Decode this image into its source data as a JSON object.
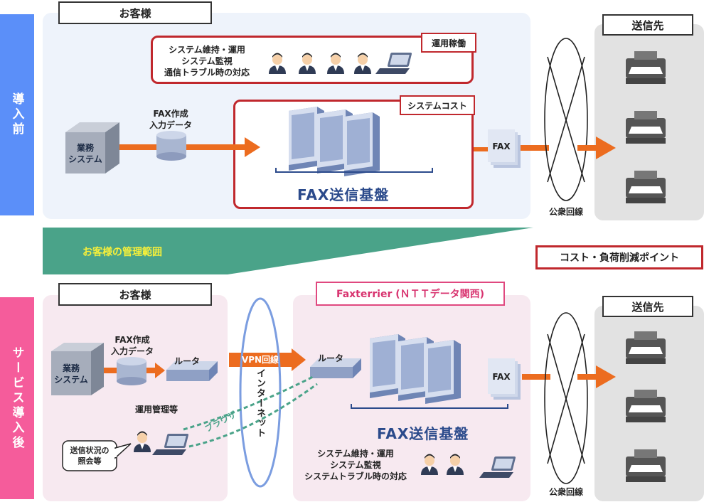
{
  "before": {
    "side_label": "導入前",
    "customer_label": "お客様",
    "ops_text": [
      "システム維持・運用",
      "システム監視",
      "通信トラブル時の対応"
    ],
    "ops_tag": "運用稼働",
    "system_tag": "システムコスト",
    "platform_label": "FAX送信基盤",
    "business_system": [
      "業務",
      "システム"
    ],
    "fax_data": [
      "FAX作成",
      "入力データ"
    ],
    "fax_doc": "FAX",
    "public_line": "公衆回線",
    "destination": "送信先"
  },
  "middle": {
    "customer_scope": "お客様の管理範囲",
    "cost_point": "コスト・負荷削減ポイント"
  },
  "after": {
    "side_label": "サービス導入後",
    "customer_label": "お客様",
    "provider_label": "Faxterrier (ＮＴＴデータ関西)",
    "business_system": [
      "業務",
      "システム"
    ],
    "fax_data": [
      "FAX作成",
      "入力データ"
    ],
    "router_left": "ルータ",
    "router_right": "ルータ",
    "vpn": "VPN回線",
    "internet": "インターネット",
    "browser": "ブラウザ",
    "ops_mgmt": "運用管理等",
    "inquiry": [
      "送信状況の",
      "照会等"
    ],
    "platform_label": "FAX送信基盤",
    "ops_text": [
      "システム維持・運用",
      "システム監視",
      "システムトラブル時の対応"
    ],
    "fax_doc": "FAX",
    "public_line": "公衆回線",
    "destination": "送信先"
  },
  "colors": {
    "before_side": "#5b8ff9",
    "after_side": "#f55c9b",
    "arrow": "#ec6c1f",
    "scope": "#4aa389",
    "scope_text": "#f7f03a",
    "red": "#c0282d",
    "server": "#6f85b5"
  }
}
